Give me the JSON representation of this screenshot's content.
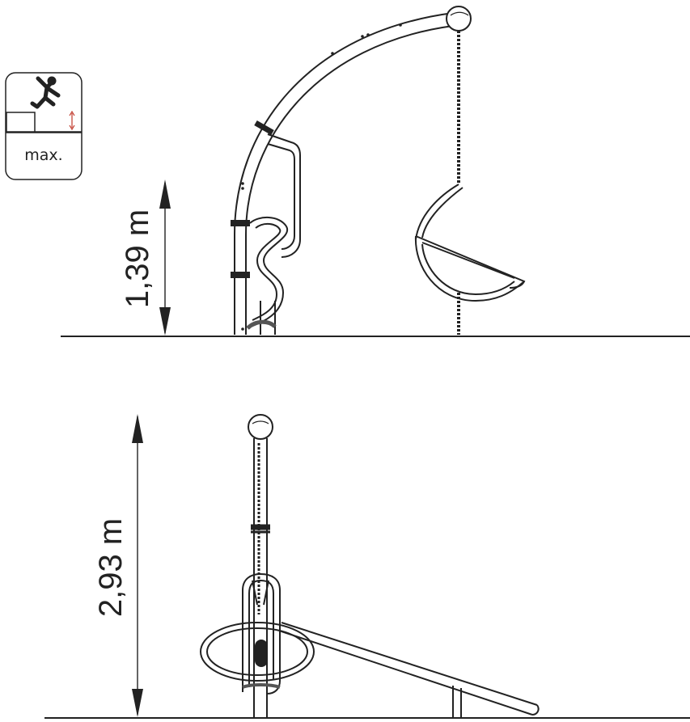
{
  "fall_height_badge": {
    "icon": "falling-child-icon",
    "label": "max."
  },
  "side_view": {
    "height_label": "1,39 m",
    "height_value_m": 1.39
  },
  "front_view": {
    "height_label": "2,93 m",
    "height_value_m": 2.93
  },
  "colors": {
    "line": "#222222",
    "background": "#ffffff"
  }
}
